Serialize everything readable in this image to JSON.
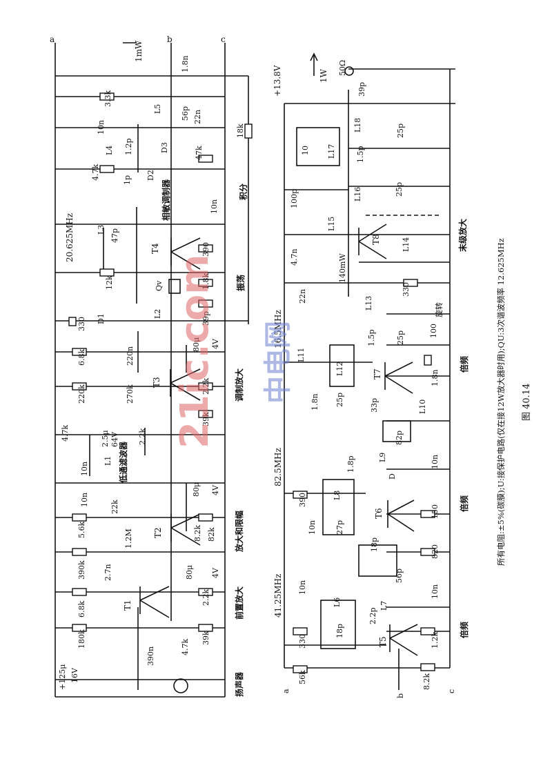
{
  "figure_number": "图 40.14",
  "footnote": "所有电阻:±5%(碳膜);U:接保护电路(仅在接12W放大器时用);QU:3次谐波频率 12.625MHz",
  "watermark": {
    "text_top": "中电网",
    "text_bottom": "21ic.com"
  },
  "supply": {
    "vcc": "+13.8V",
    "pos16": "+125μ",
    "v16": "16V"
  },
  "nodes": {
    "a": "a",
    "b": "b",
    "c": "c"
  },
  "output": {
    "power_1mW": "1mW",
    "power_1W": "1W",
    "load": "50Ω",
    "power_140mW": "140mW"
  },
  "frequencies": {
    "f1": "20.625MHz",
    "f2": "16.5MHz",
    "f3": "82.5MHz",
    "f4": "41.25MHz"
  },
  "stage_labels": {
    "speaker": "扬声器",
    "preamp": "前置放大",
    "amp_limit": "放大和限幅",
    "lowpass": "低通滤波器",
    "mod_amp": "调制放大",
    "oscillator": "振荡",
    "integrate": "积分",
    "phase_mod": "相敏调制器",
    "mult_t5": "倍频",
    "mult_t6": "倍频",
    "mult_t7": "倍频",
    "final_amp": "末级放大",
    "rotate": "旋转"
  },
  "transistors": [
    "T1",
    "T2",
    "T3",
    "T4",
    "T5",
    "T6",
    "T7",
    "T8"
  ],
  "diodes": [
    "D1",
    "D2",
    "D3",
    "D"
  ],
  "crystal": "Qv",
  "inductors": [
    "L1",
    "L2",
    "L3",
    "L4",
    "L5",
    "L6",
    "L7",
    "L8",
    "L9",
    "L10",
    "L11",
    "L12",
    "L13",
    "L14",
    "L15",
    "L16",
    "L17",
    "L18"
  ],
  "upper_values": {
    "r180k": "180k",
    "r6_8k": "6.8k",
    "r390k": "390k",
    "r5_6k": "5.6k",
    "r10n_a": "10n",
    "r10n_b": "10n",
    "r4_7k_a": "4.7k",
    "r220k": "220k",
    "r6_8k_b": "6.8k",
    "r330": "330",
    "r12k": "12k",
    "r4_7k_b": "4.7k",
    "r3_3k": "3.3k",
    "c2_7n": "2.7n",
    "r1_2M": "1.2M",
    "r22k": "22k",
    "c2_5u": "2.5μ",
    "v64": "64V",
    "r2_2k_a": "2.2k",
    "r270k": "270k",
    "c220n": "220n",
    "c390n": "390n",
    "r4_7k_pot": "4.7k",
    "r39k_a": "39k",
    "r2_2k_b": "2.2k",
    "c80u_a": "80μ",
    "v4_a": "4V",
    "r8_2k": "8.2k",
    "r82k": "82k",
    "c80u_b": "80μ",
    "v4_b": "4V",
    "r39k_b": "39k",
    "r2_2k_c": "2.2k",
    "c80u_c": "80μ",
    "v4_c": "4V",
    "c39p": "39p",
    "r1_8k": "1.8k",
    "r390": "390",
    "c10n_a": "10n",
    "r47k": "47k",
    "c1p": "1p",
    "c1_2p": "1.2p",
    "c47p": "47p",
    "c10n_b": "10n",
    "c22n": "22n",
    "c56p": "56p",
    "c1_8n": "1.8n",
    "r18k": "18k"
  },
  "lower_values": {
    "r56k": "56k",
    "r330": "330",
    "r8_2k": "8.2k",
    "r1_2k": "1.2k",
    "c10n_a": "10n",
    "c10n_b": "10n",
    "c18p_a": "18p",
    "c2_2p": "2.2p",
    "r390": "390",
    "c10n_c": "10n",
    "c27p": "27p",
    "c1_8p": "1.8p",
    "c18p_b": "18p",
    "c56p": "56p",
    "r820": "820",
    "r150": "150",
    "c10n_d": "10n",
    "c33p": "33p",
    "c82p": "82p",
    "c1_8n": "1.8n",
    "c25p_a": "25p",
    "c1_5p_a": "1.5p",
    "c25p_b": "25p",
    "r100": "100",
    "r330_b": "330",
    "c22n": "22n",
    "c4_7n": "4.7n",
    "c100p": "100p",
    "r10": "10",
    "c1_5p_b": "1.5p",
    "c25p_c": "25p",
    "c25p_d": "25p",
    "c39p": "39p"
  }
}
